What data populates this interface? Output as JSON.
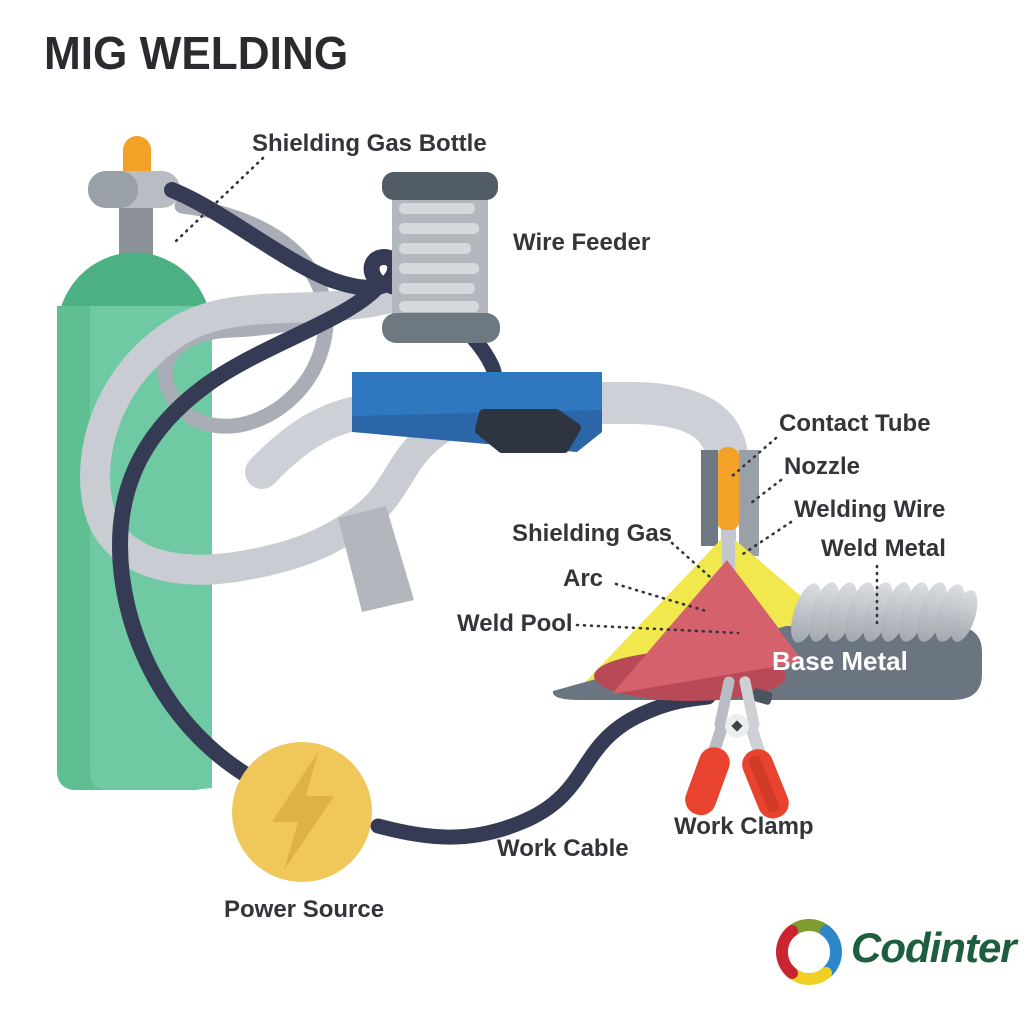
{
  "title": "MIG WELDING",
  "labels": {
    "shielding_gas_bottle": "Shielding Gas Bottle",
    "wire_feeder": "Wire Feeder",
    "contact_tube": "Contact Tube",
    "nozzle": "Nozzle",
    "welding_wire": "Welding Wire",
    "weld_metal": "Weld Metal",
    "shielding_gas": "Shielding Gas",
    "arc": "Arc",
    "weld_pool": "Weld Pool",
    "base_metal": "Base Metal",
    "work_clamp": "Work Clamp",
    "work_cable": "Work Cable",
    "power_source": "Power Source"
  },
  "logo": {
    "text": "Codinter"
  },
  "colors": {
    "background": "#ffffff",
    "text": "#333539",
    "bottle_green": "#5fbf93",
    "bottle_green_dark": "#4bb083",
    "bottle_green_light": "#6fc9a3",
    "valve_orange": "#f2a226",
    "cable_navy": "#363b55",
    "hose_gray": "#a9aeb6",
    "torch_cable_gray": "#c9ccd2",
    "torch_blue": "#2f78c0",
    "trigger_dark": "#2e3440",
    "nozzle_gray_dark": "#6e7882",
    "nozzle_gray_light": "#9aa0a8",
    "shielding_gas_yellow": "#f1e84d",
    "arc_red": "#d4616c",
    "weld_pool_red": "#b84a57",
    "base_metal_slate": "#6b7582",
    "weld_bead_gray": "#c6c9ce",
    "clamp_red": "#e8432f",
    "power_yellow": "#efc75b",
    "bolt_yellow": "#deb245",
    "logo_green": "#1c5e3d",
    "logo_swirl": [
      "#7e9c30",
      "#2e86c8",
      "#f2cf25",
      "#c92430"
    ]
  }
}
